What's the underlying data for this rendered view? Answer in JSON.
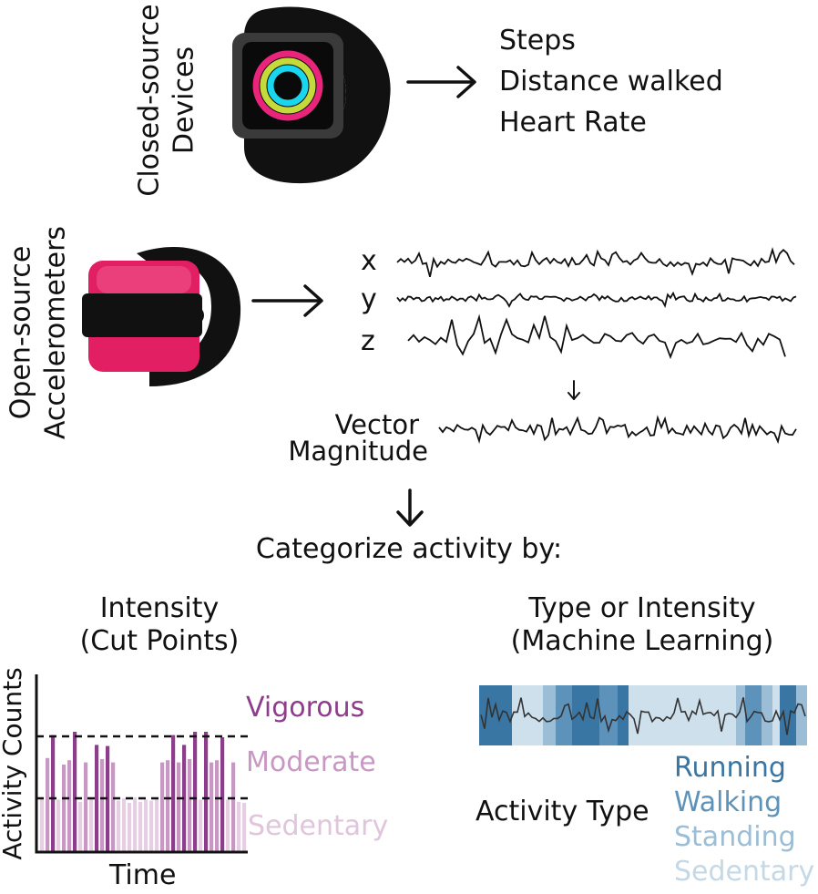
{
  "closed_source": {
    "label_line1": "Closed-source",
    "label_line2": "Devices",
    "outputs": [
      "Steps",
      "Distance walked",
      "Heart Rate"
    ]
  },
  "open_source": {
    "label_line1": "Open-source",
    "label_line2": "Accelerometers",
    "axes": [
      "x",
      "y",
      "z"
    ],
    "vector_line1": "Vector",
    "vector_line2": "Magnitude"
  },
  "categorize_label": "Categorize activity by:",
  "cut_points": {
    "title_line1": "Intensity",
    "title_line2": "(Cut Points)",
    "ylabel": "Activity Counts",
    "xlabel": "Time",
    "levels": [
      "Vigorous",
      "Moderate",
      "Sedentary"
    ]
  },
  "machine_learning": {
    "title_line1": "Type or Intensity",
    "title_line2": "(Machine Learning)",
    "label": "Activity Type",
    "classes": [
      "Running",
      "Walking",
      "Standing",
      "Sedentary"
    ]
  },
  "colors": {
    "vigorous": "#8e3d8c",
    "moderate": "#c897c4",
    "sedentary": "#e6cfe3",
    "running": "#3a76a3",
    "walking": "#5d93bb",
    "standing": "#9bbdd6",
    "ml_sedentary": "#cfe0ed",
    "ring_pink": "#e8257a",
    "ring_cyan": "#18d6ee",
    "ring_yellow": "#c4da3a",
    "tracker_pink": "#e21f63"
  }
}
